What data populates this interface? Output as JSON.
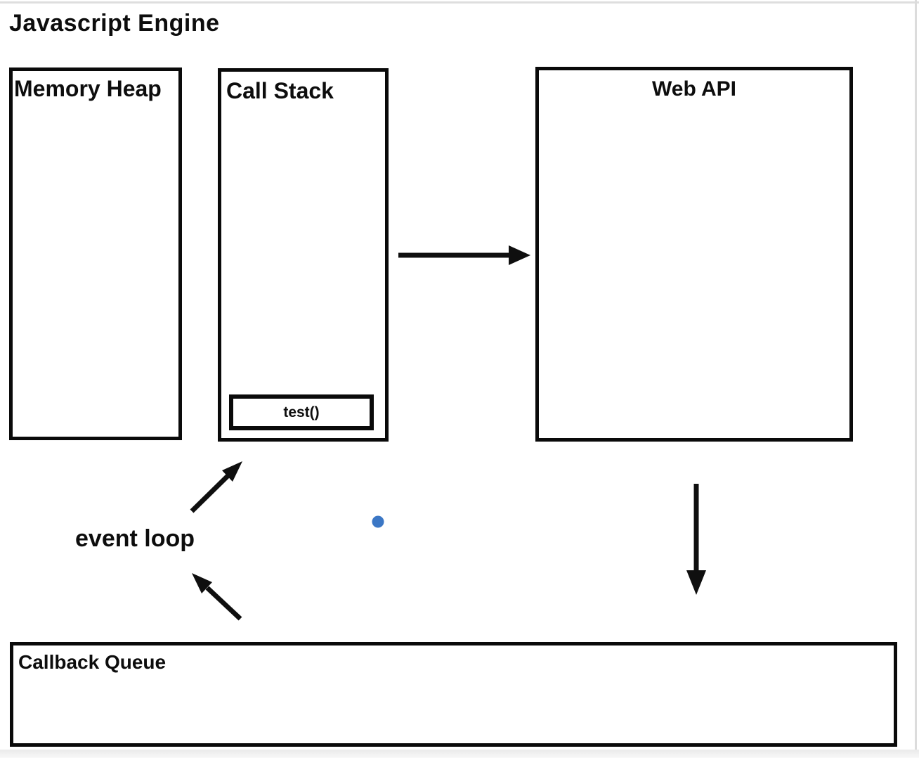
{
  "page": {
    "title": "Javascript Engine"
  },
  "engine": {
    "memory_heap": {
      "label": "Memory Heap"
    },
    "call_stack": {
      "label": "Call Stack",
      "frames": [
        {
          "label": "test()"
        }
      ]
    }
  },
  "web_api": {
    "label": "Web API"
  },
  "callback_queue": {
    "label": "Callback Queue"
  },
  "event_loop": {
    "label": "event loop"
  },
  "colors": {
    "stroke": "#0f0f0f",
    "dot": "#3b77c5"
  }
}
